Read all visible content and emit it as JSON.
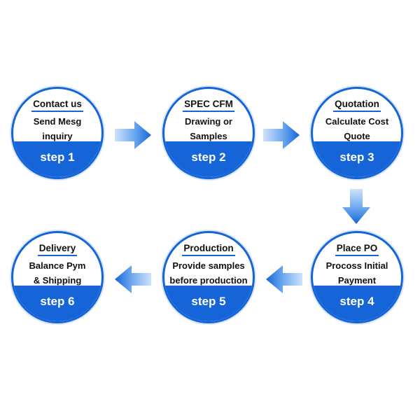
{
  "steps": [
    {
      "title": "Contact us",
      "line1": "Send Mesg",
      "line2": "inquiry",
      "label": "step 1"
    },
    {
      "title": "SPEC CFM",
      "line1": "Drawing or",
      "line2": "Samples",
      "label": "step 2"
    },
    {
      "title": "Quotation",
      "line1": "Calculate Cost",
      "line2": "Quote",
      "label": "step 3"
    },
    {
      "title": "Place PO",
      "line1": "Procoss Initial",
      "line2": "Payment",
      "label": "step 4"
    },
    {
      "title": "Production",
      "line1": "Provide samples",
      "line2": "before production",
      "label": "step 5"
    },
    {
      "title": "Delivery",
      "line1": "Balance Pym",
      "line2": "& Shipping",
      "label": "step 6"
    }
  ],
  "colors": {
    "accent": "#1565d8",
    "light": "#6aa7ef"
  }
}
